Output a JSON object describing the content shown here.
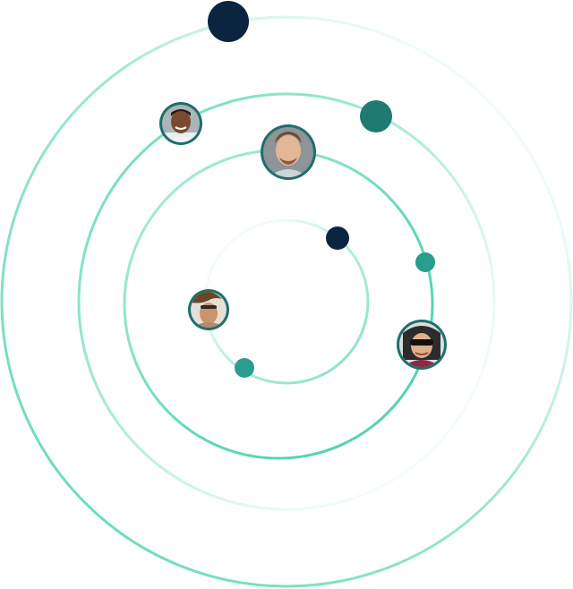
{
  "colors": {
    "ring_primary": "#5fd8b8",
    "ring_light": "#b6efdf",
    "dot_navy": "#0b2540",
    "dot_dark_teal": "#1f7a72",
    "dot_teal": "#2a9e8c",
    "avatar_border": "#1f6f6a"
  },
  "avatars": [
    {
      "name": "avatar-man-top-left",
      "icon": "person-avatar-icon"
    },
    {
      "name": "avatar-man-top-center",
      "icon": "person-avatar-icon"
    },
    {
      "name": "avatar-woman-left",
      "icon": "person-avatar-icon"
    },
    {
      "name": "avatar-woman-sunglasses-right",
      "icon": "person-avatar-icon"
    }
  ],
  "dots": [
    {
      "name": "dot-navy-large",
      "color": "dot_navy"
    },
    {
      "name": "dot-dark-teal",
      "color": "dot_dark_teal"
    },
    {
      "name": "dot-navy-small",
      "color": "dot_navy"
    },
    {
      "name": "dot-teal-right",
      "color": "dot_teal"
    },
    {
      "name": "dot-teal-bottom",
      "color": "dot_teal"
    }
  ]
}
